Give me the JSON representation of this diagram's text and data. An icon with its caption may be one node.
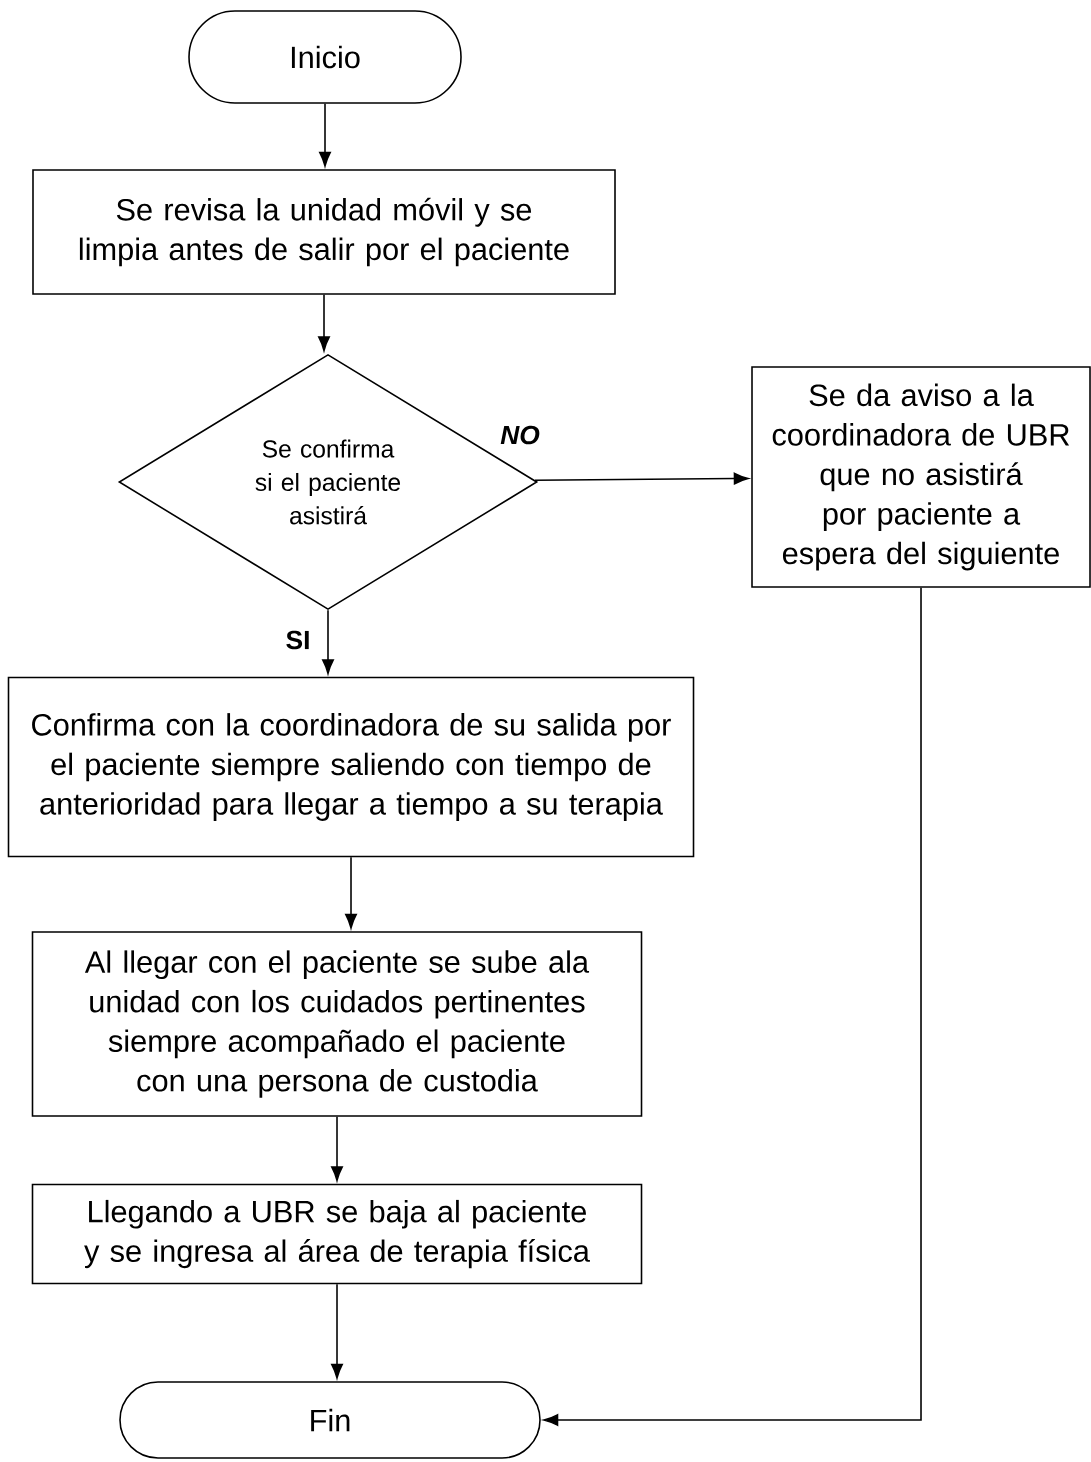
{
  "diagram": {
    "nodes": [
      {
        "text": [
          "Inicio"
        ]
      },
      {
        "text": [
          "Se revisa la unidad móvil y se limpia antes de salir por el paciente"
        ]
      },
      {
        "text": [
          "Se confirma si el paciente asistirá"
        ]
      },
      {
        "text": [
          "Se da aviso a la coordinadora de UBR que no asistirá por paciente a espera del siguiente"
        ]
      },
      {
        "text": [
          "Confirma con la coordinadora de su salida por el paciente siempre saliendo con tiempo de anterioridad para llegar a tiempo a su terapia"
        ]
      },
      {
        "text": [
          "Al llegar con el paciente se sube ala unidad con los  cuidados  pertinentes siempre acompañado el paciente con una persona de custodia"
        ]
      },
      {
        "text": [
          "Llegando a UBR se baja al paciente y se ingresa al área de  terapia física"
        ]
      },
      {
        "text": [
          "Fin"
        ]
      }
    ],
    "edges": [
      {
        "from": 0,
        "to": 1,
        "arrow": "to"
      },
      {
        "from": 1,
        "to": 2,
        "arrow": "to"
      },
      {
        "from": 2,
        "to": 3,
        "arrow": "to",
        "label": "NO"
      },
      {
        "from": 2,
        "to": 4,
        "arrow": "to",
        "label": "SI"
      },
      {
        "from": 4,
        "to": 5,
        "arrow": "to"
      },
      {
        "from": 5,
        "to": 6,
        "arrow": "to"
      },
      {
        "from": 6,
        "to": 7,
        "arrow": "to"
      },
      {
        "from": 3,
        "to": 7,
        "arrow": "to"
      }
    ]
  }
}
